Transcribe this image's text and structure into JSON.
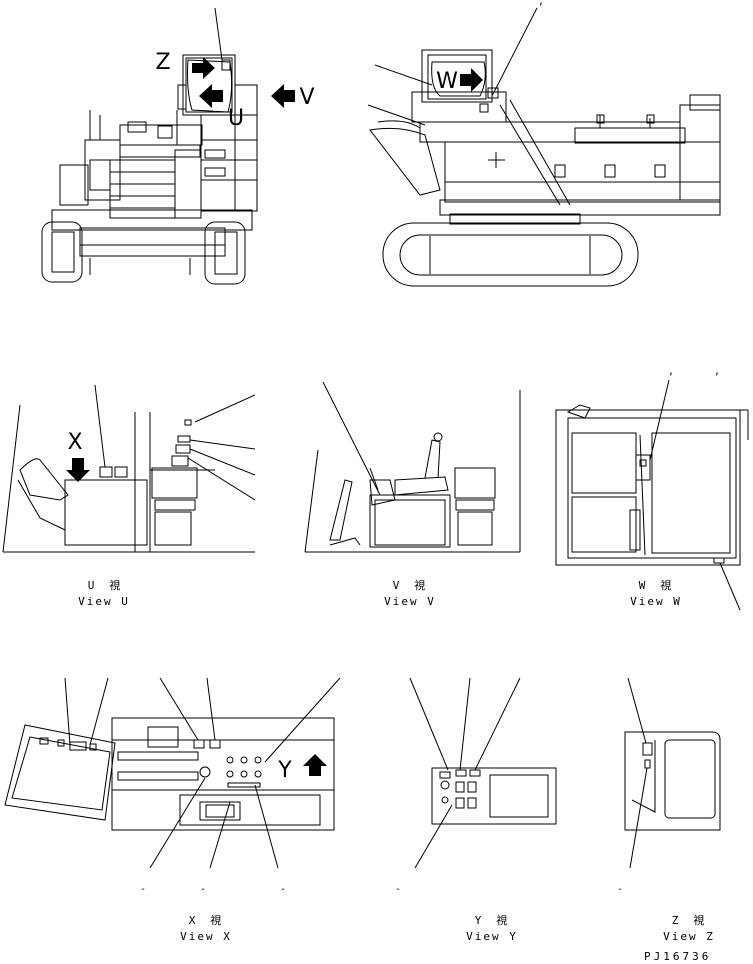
{
  "drawing_code": "PJ16736",
  "views": [
    {
      "id": "u",
      "jp": "U　視",
      "en": "View U"
    },
    {
      "id": "v",
      "jp": "V　視",
      "en": "View V"
    },
    {
      "id": "w",
      "jp": "W　視",
      "en": "View W"
    },
    {
      "id": "x",
      "jp": "X　視",
      "en": "View X"
    },
    {
      "id": "y",
      "jp": "Y　視",
      "en": "View Y"
    },
    {
      "id": "z",
      "jp": "Z　視",
      "en": "View Z"
    }
  ],
  "arrow_letters": {
    "z": "Z",
    "v": "V",
    "u": "U",
    "w": "W",
    "x": "X",
    "y": "Y"
  },
  "marks": {
    "comma": ",",
    "dash": "-"
  }
}
